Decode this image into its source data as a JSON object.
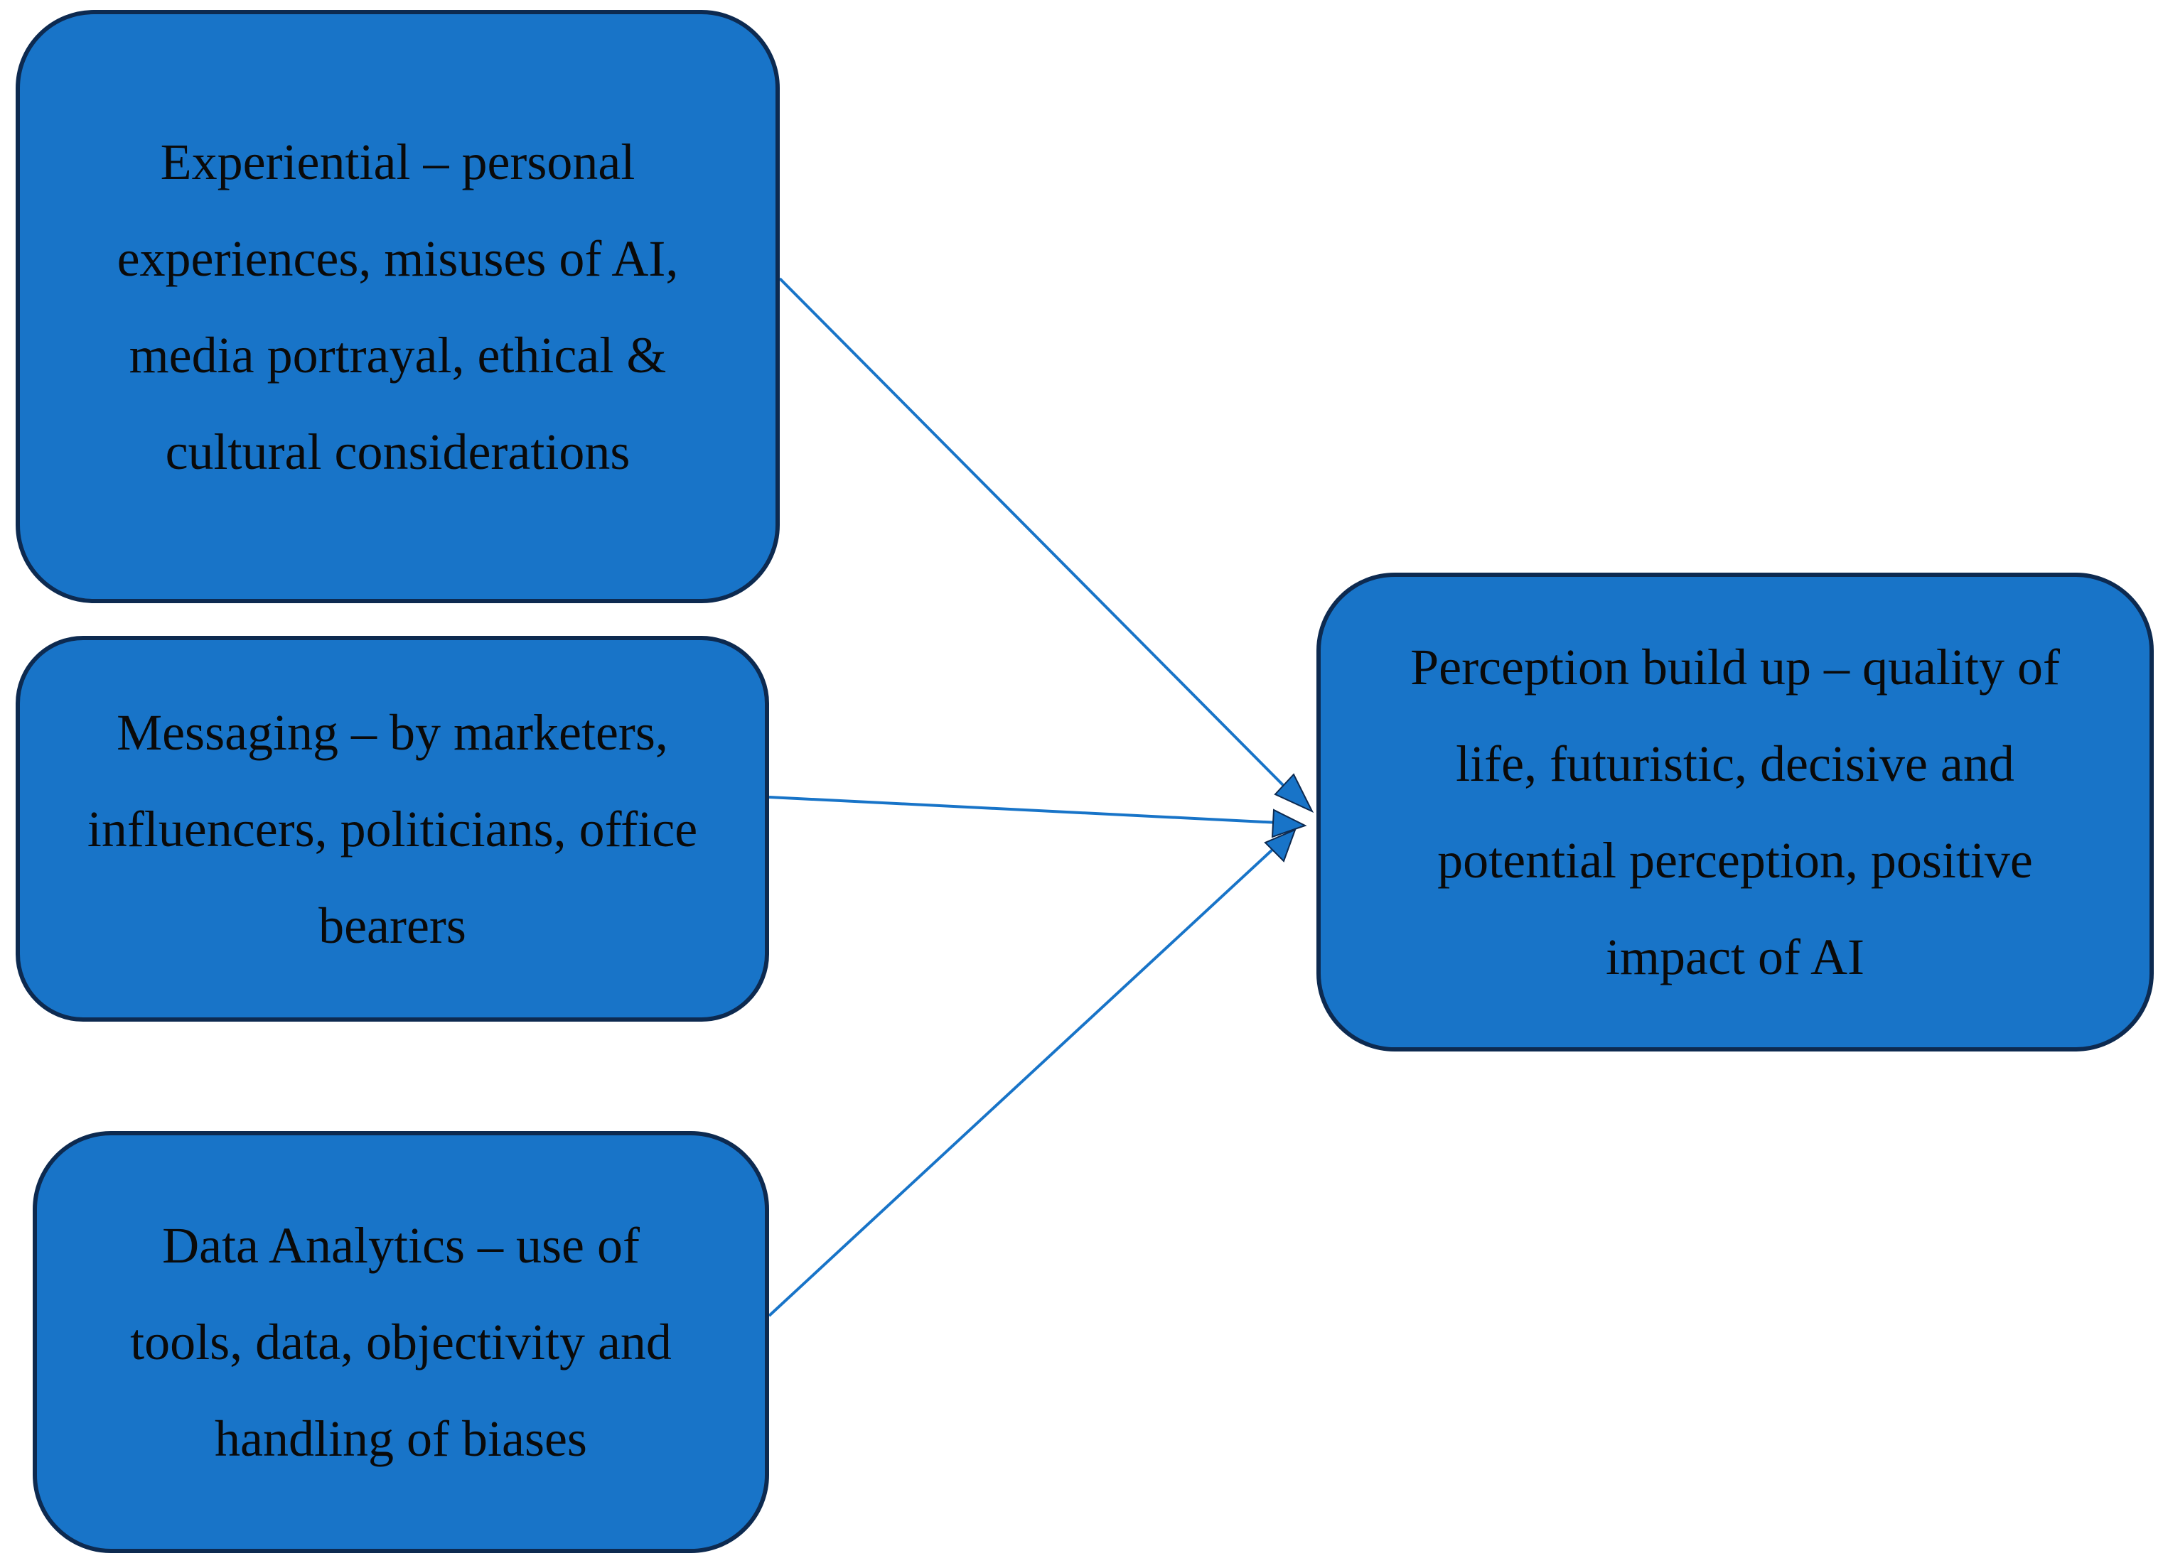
{
  "diagram": {
    "colors": {
      "box_fill": "#1874c8",
      "box_border": "#0d2a50",
      "arrow": "#1874c8",
      "text": "#0a0a0a"
    },
    "nodes": {
      "experiential": "Experiential – personal experiences, misuses of AI, media portrayal, ethical & cultural considerations",
      "messaging": "Messaging – by marketers, influencers, politicians, office bearers",
      "data_analytics": "Data Analytics – use of tools, data, objectivity and handling of biases",
      "perception": "Perception build up – quality of life, futuristic, decisive and potential perception, positive impact of AI"
    },
    "edges": [
      {
        "from": "experiential",
        "to": "perception"
      },
      {
        "from": "messaging",
        "to": "perception"
      },
      {
        "from": "data_analytics",
        "to": "perception"
      }
    ]
  }
}
